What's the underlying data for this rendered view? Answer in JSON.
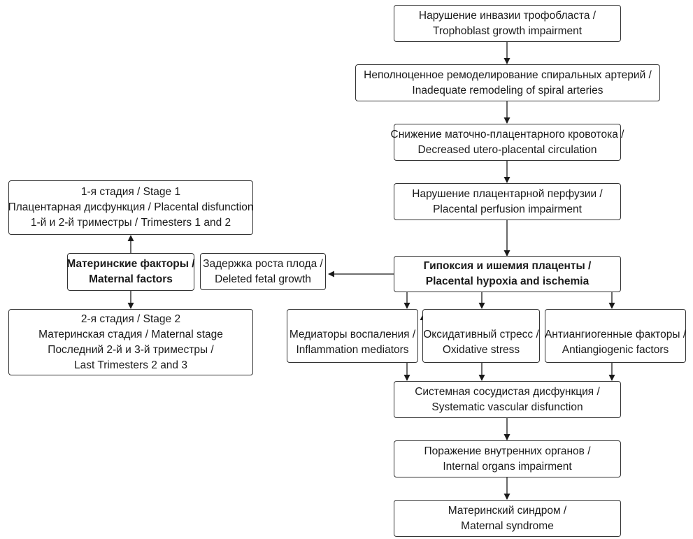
{
  "nodes": {
    "trophoblast": [
      "Нарушение инвазии трофобласта /",
      "Trophoblast growth impairment"
    ],
    "remodeling": [
      "Неполноценное ремоделирование спиральных артерий /",
      "Inadequate remodeling of spiral arteries"
    ],
    "circulation": [
      "Снижение маточно-плацентарного кровотока /",
      "Decreased utero-placental circulation"
    ],
    "perfusion": [
      "Нарушение плацентарной перфузии /",
      "Placental perfusion impairment"
    ],
    "hypoxia": [
      "Гипоксия и ишемия плаценты /",
      "Placental hypoxia and ischemia"
    ],
    "inflammation": [
      "Медиаторы воспаления /",
      "Inflammation mediators"
    ],
    "oxidative": [
      "Оксидативный стресс /",
      "Oxidative stress"
    ],
    "antiangiogenic": [
      "Антиангиогенные факторы /",
      "Antiangiogenic factors"
    ],
    "systemic": [
      "Системная сосудистая дисфункция /",
      "Systematic vascular disfunction"
    ],
    "organs": [
      "Поражение внутренних органов /",
      "Internal organs impairment"
    ],
    "syndrome": [
      "Материнский синдром /",
      "Maternal syndrome"
    ],
    "fetal": [
      "Задержка роста плода /",
      "Deleted fetal growth"
    ],
    "maternal_factors": [
      "Материнские факторы /",
      "Maternal factors"
    ],
    "stage1": [
      "1-я стадия / Stage 1",
      "Плацентарная дисфункция / Placental disfunction",
      "1-й и 2-й триместры / Trimesters 1 and 2"
    ],
    "stage2": [
      "2-я стадия / Stage 2",
      "Материнская стадия / Maternal stage",
      "Последний 2-й и 3-й триместры /",
      "Last Trimesters 2 and 3"
    ]
  },
  "colors": {
    "border": "#333333",
    "arrow": "#1a1a1a",
    "text": "#1a1a1a"
  }
}
